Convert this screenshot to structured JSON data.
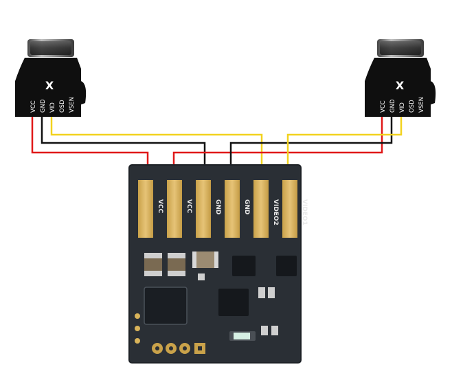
{
  "colors": {
    "vcc_wire": "#e01818",
    "gnd_wire": "#111111",
    "vid_wire": "#f2d21e",
    "pcb": "#2a2f35",
    "pad": "#d9b45a",
    "camera_body": "#0f0f0f",
    "lens": "#3a3a3a"
  },
  "cameras": [
    {
      "logo": "X",
      "pins": [
        "VCC",
        "GND",
        "VID",
        "OSD",
        "VSEN"
      ]
    },
    {
      "logo": "X",
      "pins": [
        "VCC",
        "GND",
        "VID",
        "OSD",
        "VSEN"
      ]
    }
  ],
  "board": {
    "pads": [
      "VCC",
      "VCC",
      "GND",
      "GND",
      "VIDEO2",
      "VIDEO1"
    ]
  }
}
